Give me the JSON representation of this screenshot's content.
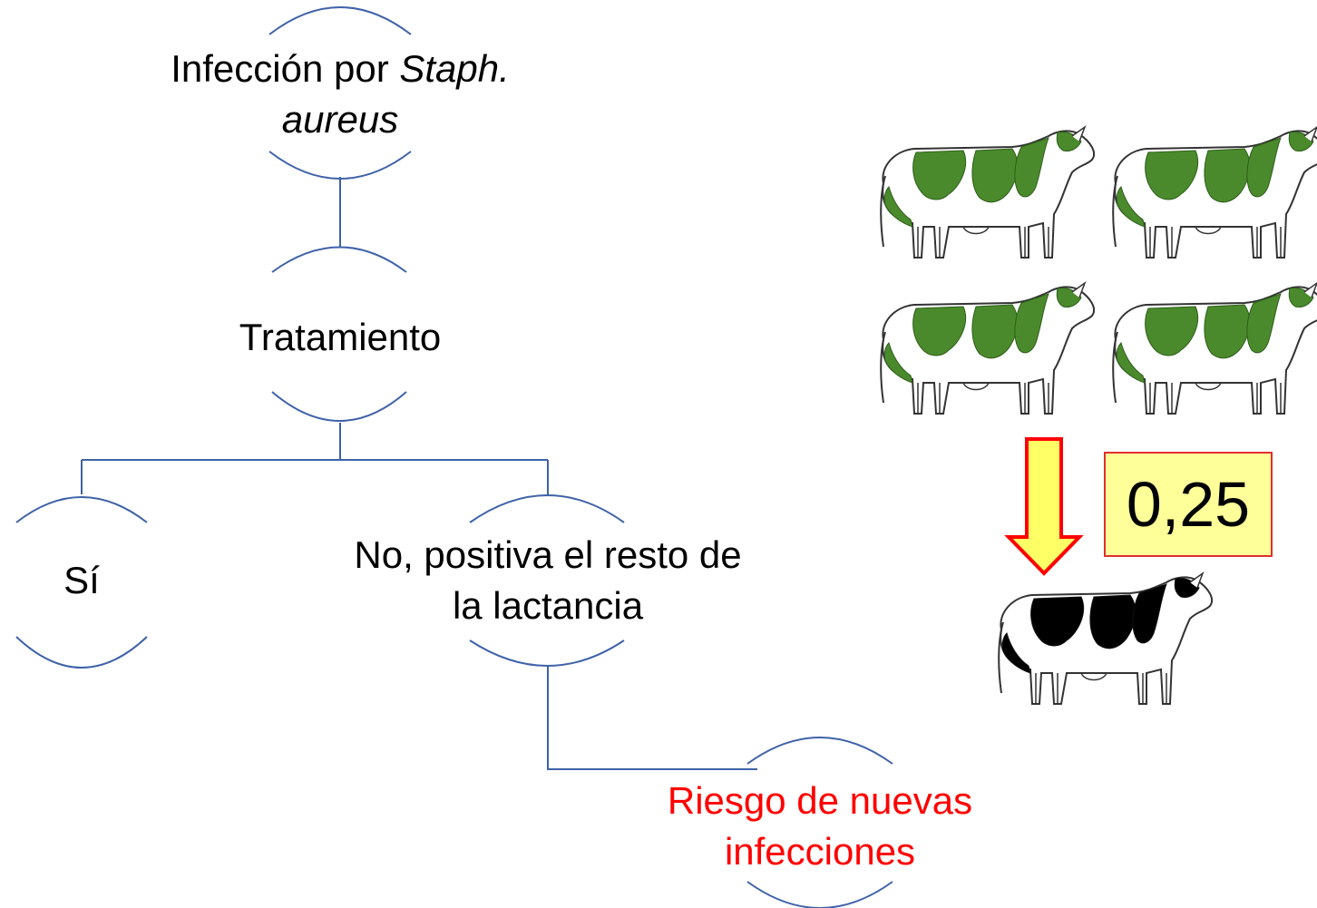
{
  "nodes": {
    "root": {
      "text_plain": "Infección por ",
      "text_italic_1": "Staph.",
      "text_italic_2": "aureus"
    },
    "treatment": {
      "text": "Tratamiento"
    },
    "yes": {
      "text": "Sí"
    },
    "no": {
      "line1": "No, positiva el resto de",
      "line2": "la lactancia"
    },
    "risk": {
      "line1": "Riesgo de nuevas",
      "line2": "infecciones"
    }
  },
  "ratio_box": {
    "value": "0,25"
  },
  "colors": {
    "connector": "#3f62a8",
    "risk_text": "#ff0000",
    "herd_cow": "#4a8a2c",
    "single_cow": "#000000",
    "arrow_fill": "#ffff66",
    "arrow_stroke": "#ff0000",
    "box_fill": "#ffff99",
    "box_border": "#e03030"
  },
  "icons": {
    "herd": "green-cow-icon",
    "single": "black-cow-icon",
    "arrow": "down-arrow-icon"
  }
}
